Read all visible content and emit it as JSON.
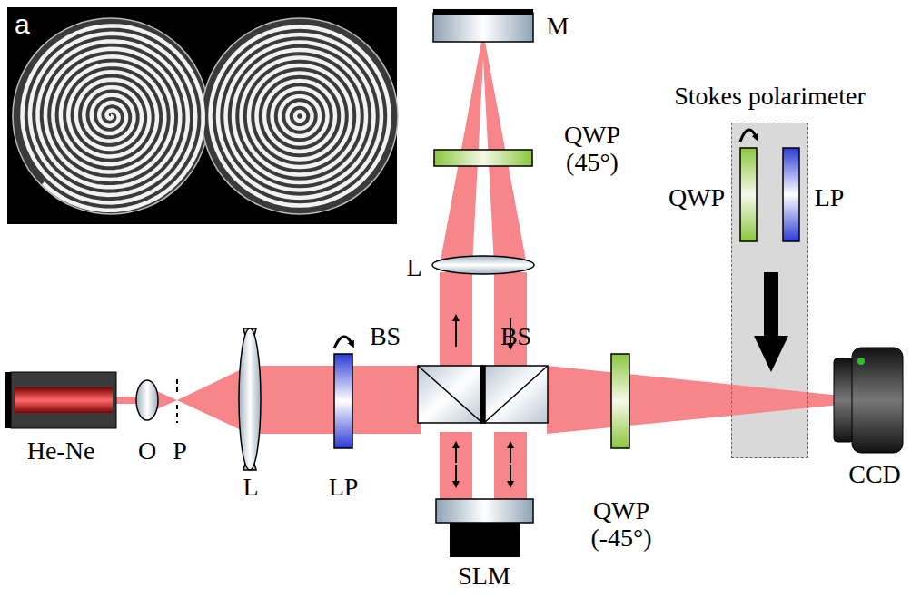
{
  "diagram": {
    "nodes": [
      {
        "text": [
          "a"
        ]
      },
      {
        "text": [
          "Stokes polarimeter"
        ]
      }
    ],
    "labels": [
      "M",
      "QWP (45°)",
      "QWP",
      "LP",
      "L",
      "BS",
      "BS",
      "He-Ne",
      "O",
      "P",
      "L",
      "LP",
      "QWP (-45°)",
      "CCD",
      "SLM"
    ]
  }
}
